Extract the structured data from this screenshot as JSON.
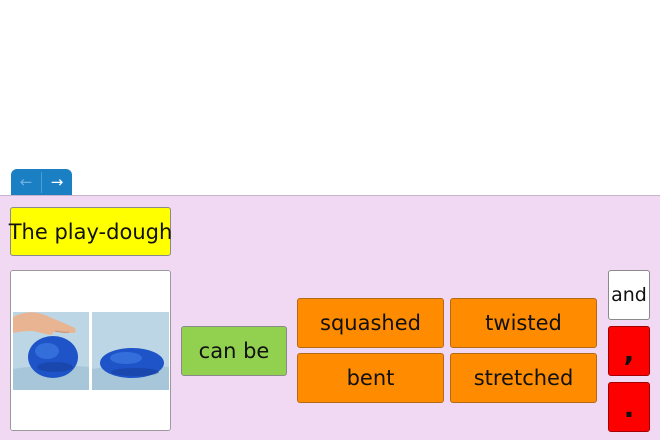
{
  "nav": {
    "back_label": "←",
    "forward_label": "→"
  },
  "sentence_builder": {
    "subject": "The play-dough",
    "verb_phrase": "can be",
    "words": [
      "squashed",
      "twisted",
      "bent",
      "stretched"
    ],
    "conjunction": "and",
    "punctuation": [
      ",",
      "."
    ]
  },
  "colors": {
    "nav": "#1b7fc4",
    "board": "#f1d9f4",
    "subject_tile": "#ffff00",
    "verb_tile": "#92d050",
    "word_tile": "#ff8c00",
    "conjunction_tile": "#ffffff",
    "punctuation_tile": "#ff0000",
    "dough": "#1e54c8"
  },
  "image": {
    "icon": "play-dough-squash-image"
  }
}
